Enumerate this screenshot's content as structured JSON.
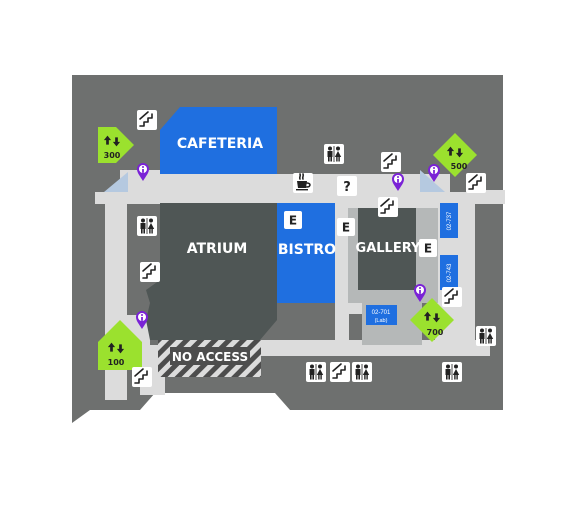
{
  "colors": {
    "background": "#ffffff",
    "building": "#6e706f",
    "corridor": "#dcdcdc",
    "room_dark": "#4f5655",
    "room_light": "#b5b8b8",
    "highlight_blue": "#1f6fe0",
    "elevator_green": "#9be12e",
    "info_purple": "#7a22d6",
    "stripe": "#4d4d4d"
  },
  "rooms": {
    "cafeteria": "CAFETERIA",
    "atrium": "ATRIUM",
    "bistro": "BISTRO",
    "gallery": "GALLERY",
    "no_access": "NO ACCESS",
    "room_02_701": "02-701",
    "room_02_701_sub": "(Lab)",
    "room_02_737": "02-737",
    "room_02_743": "02-743"
  },
  "markers": {
    "elevator_300": "300",
    "elevator_500": "500",
    "elevator_100": "100",
    "elevator_700": "700",
    "entrance": "E",
    "help": "?"
  },
  "icons": {
    "stairs": "stairs-icon",
    "restroom": "restroom-icon",
    "coffee": "coffee-icon",
    "info": "info-icon",
    "elevator": "elevator-arrows-icon"
  }
}
